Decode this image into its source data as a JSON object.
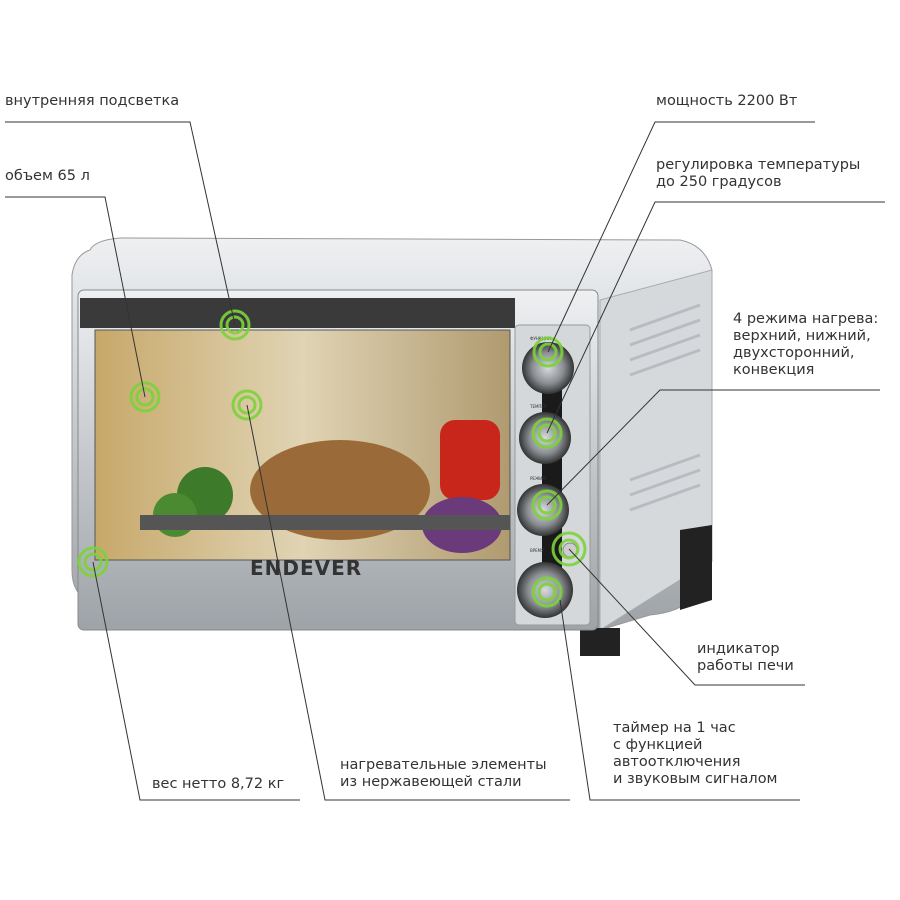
{
  "labels": {
    "lighting": "внутренняя подсветка",
    "volume": "объем 65 л",
    "power": "мощность 2200 Вт",
    "temp1": "регулировка температуры",
    "temp2": "до 250 градусов",
    "modes1": "4 режима нагрева:",
    "modes2": "верхний, нижний,",
    "modes3": "двухсторонний,",
    "modes4": "конвекция",
    "indicator1": "индикатор",
    "indicator2": "работы печи",
    "timer1": "таймер на 1 час",
    "timer2": "с функцией",
    "timer3": "автоотключения",
    "timer4": "и звуковым сигналом",
    "heating1": "нагревательные элементы",
    "heating2": "из нержавеющей стали",
    "weight": "вес нетто 8,72 кг"
  },
  "brand": "ENDEVER",
  "panel": {
    "functions": "ФУНКЦИИ",
    "temp": "ТЕМПЕР",
    "mode": "РЕЖИМ",
    "time": "ВРЕМЯ"
  },
  "colors": {
    "highlight": "#7cd33a",
    "body": "#c9ccd0"
  }
}
